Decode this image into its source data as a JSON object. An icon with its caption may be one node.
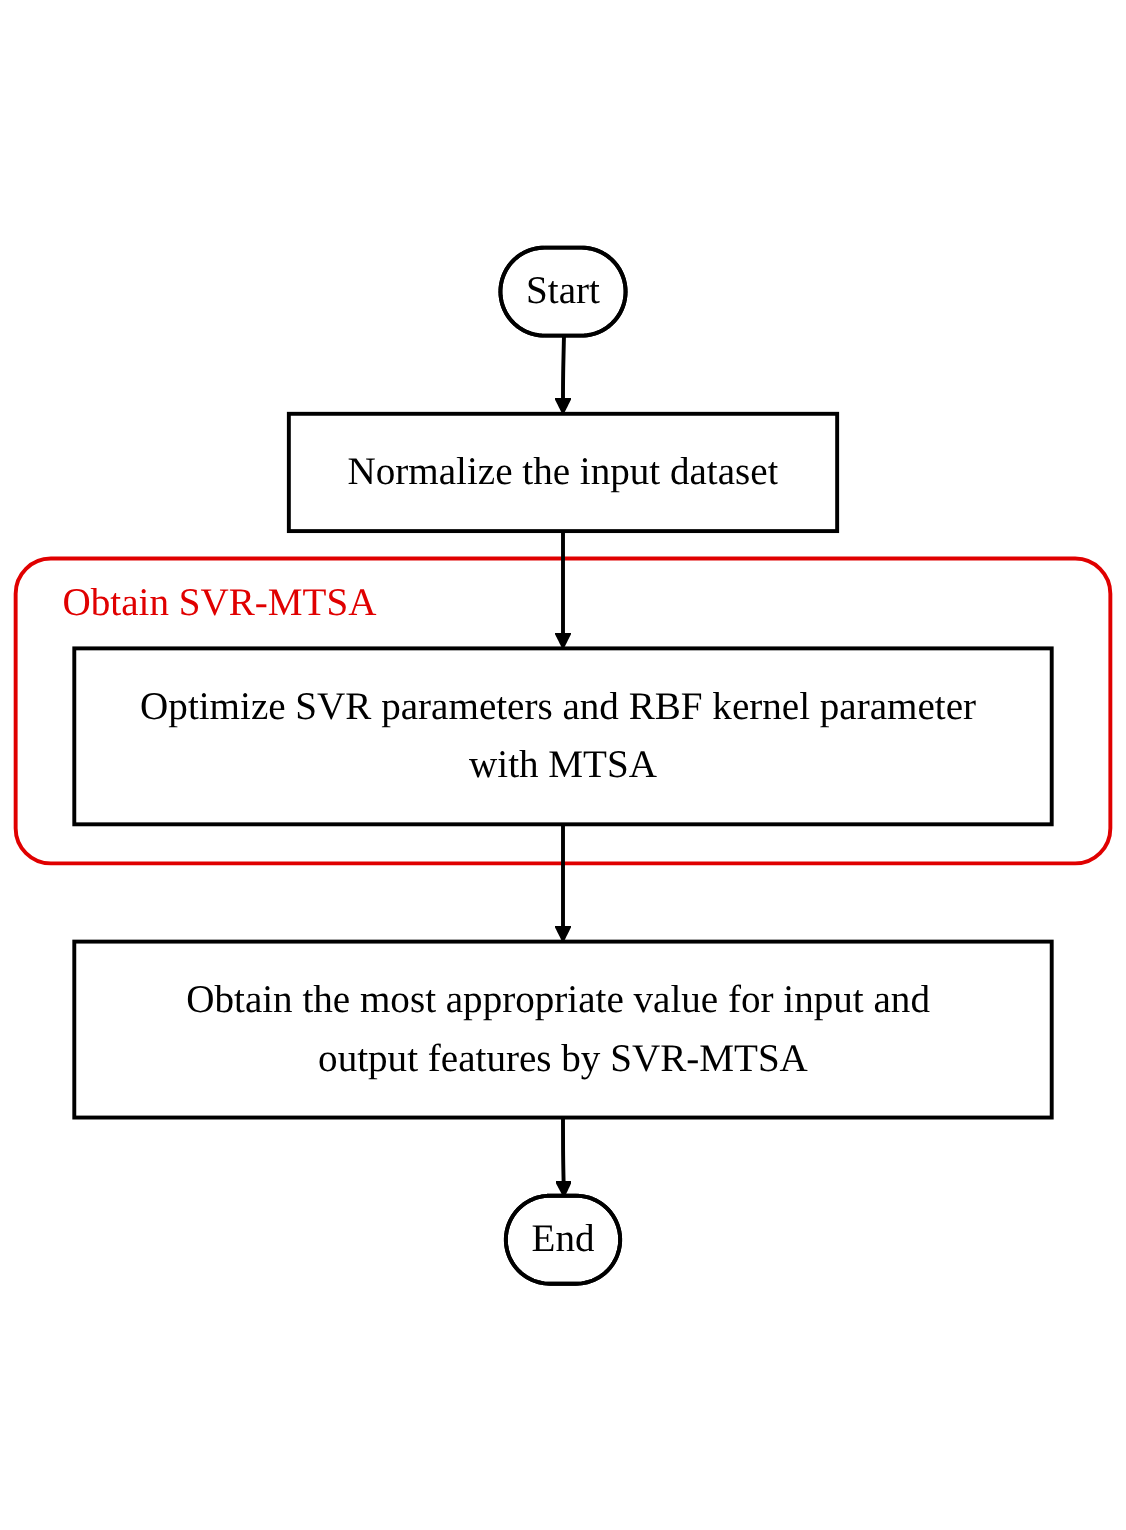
{
  "diagram": {
    "nodes": [
      {
        "text": [
          "Start"
        ]
      },
      {
        "text": [
          "Normalize the input dataset"
        ]
      },
      {
        "text": [
          "Obtain SVR-MTSA"
        ]
      },
      {
        "text": [
          "Optimize SVR parameters and RBF kernel parameter with MTSA"
        ],
        "in": 2
      },
      {
        "text": [
          "Obtain the most appropriate value for input and output features by SVR-MTSA"
        ]
      },
      {
        "text": [
          "End"
        ]
      }
    ],
    "edges": [
      {
        "from": 0,
        "to": 1,
        "arrow": "to"
      },
      {
        "from": 1,
        "to": 3,
        "arrow": "to"
      },
      {
        "from": 3,
        "to": 4,
        "arrow": "to"
      },
      {
        "from": 4,
        "to": 5,
        "arrow": "to"
      }
    ]
  }
}
